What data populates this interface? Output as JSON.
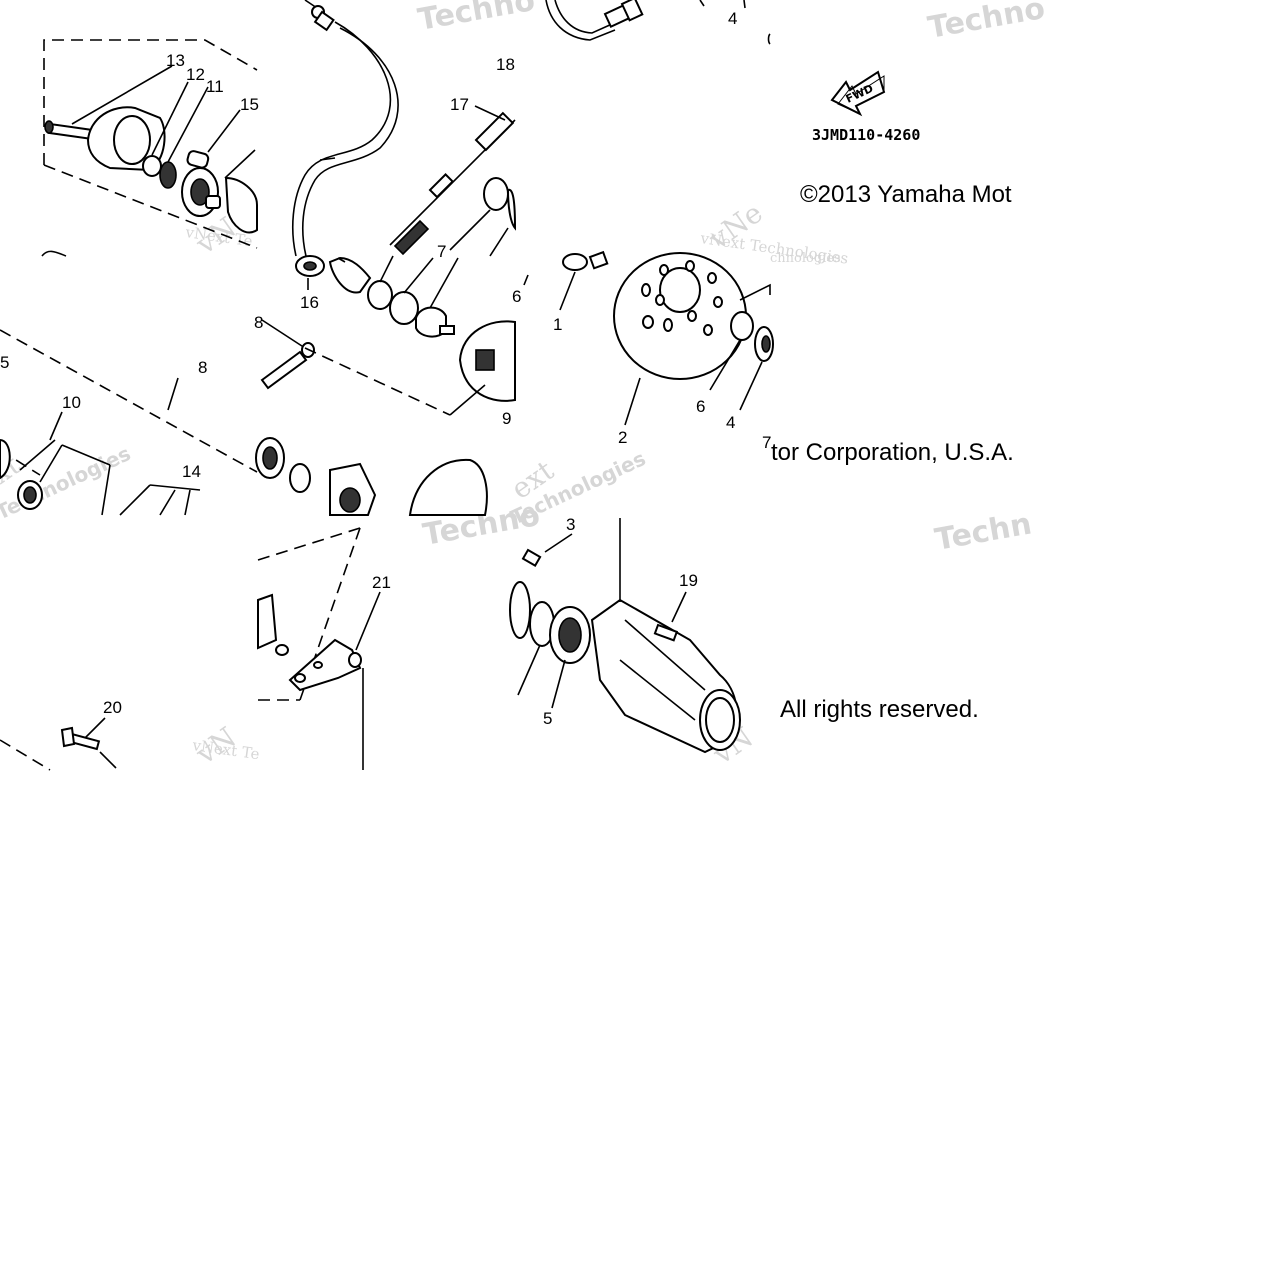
{
  "callouts": {
    "c1": "1",
    "c2": "2",
    "c3": "3",
    "c4": "4",
    "c4b": "4",
    "c5": "5",
    "c5b": "5",
    "c6": "6",
    "c6b": "6",
    "c7": "7",
    "c7b": "7",
    "c8": "8",
    "c8b": "8",
    "c9": "9",
    "c10": "10",
    "c11": "11",
    "c12": "12",
    "c13": "13",
    "c14": "14",
    "c15": "15",
    "c16": "16",
    "c17": "17",
    "c18": "18",
    "c19": "19",
    "c20": "20",
    "c21": "21"
  },
  "direction_arrow": "FWD",
  "diagram_code": "3JMD110-4260",
  "copyright": {
    "line1": "©2013 Yamaha Mot",
    "line2": "tor Corporation, U.S.A.",
    "line3": "All rights reserved."
  },
  "watermark": {
    "w1": "Techno",
    "w2": "Techno",
    "w3": "Techno",
    "w4": "Techn",
    "w5": "vNext Te",
    "w6": "vNext Technologies",
    "w7": "vNext Te",
    "w8": "Technologies",
    "w9": "Technologies",
    "w10": "chnologies"
  }
}
